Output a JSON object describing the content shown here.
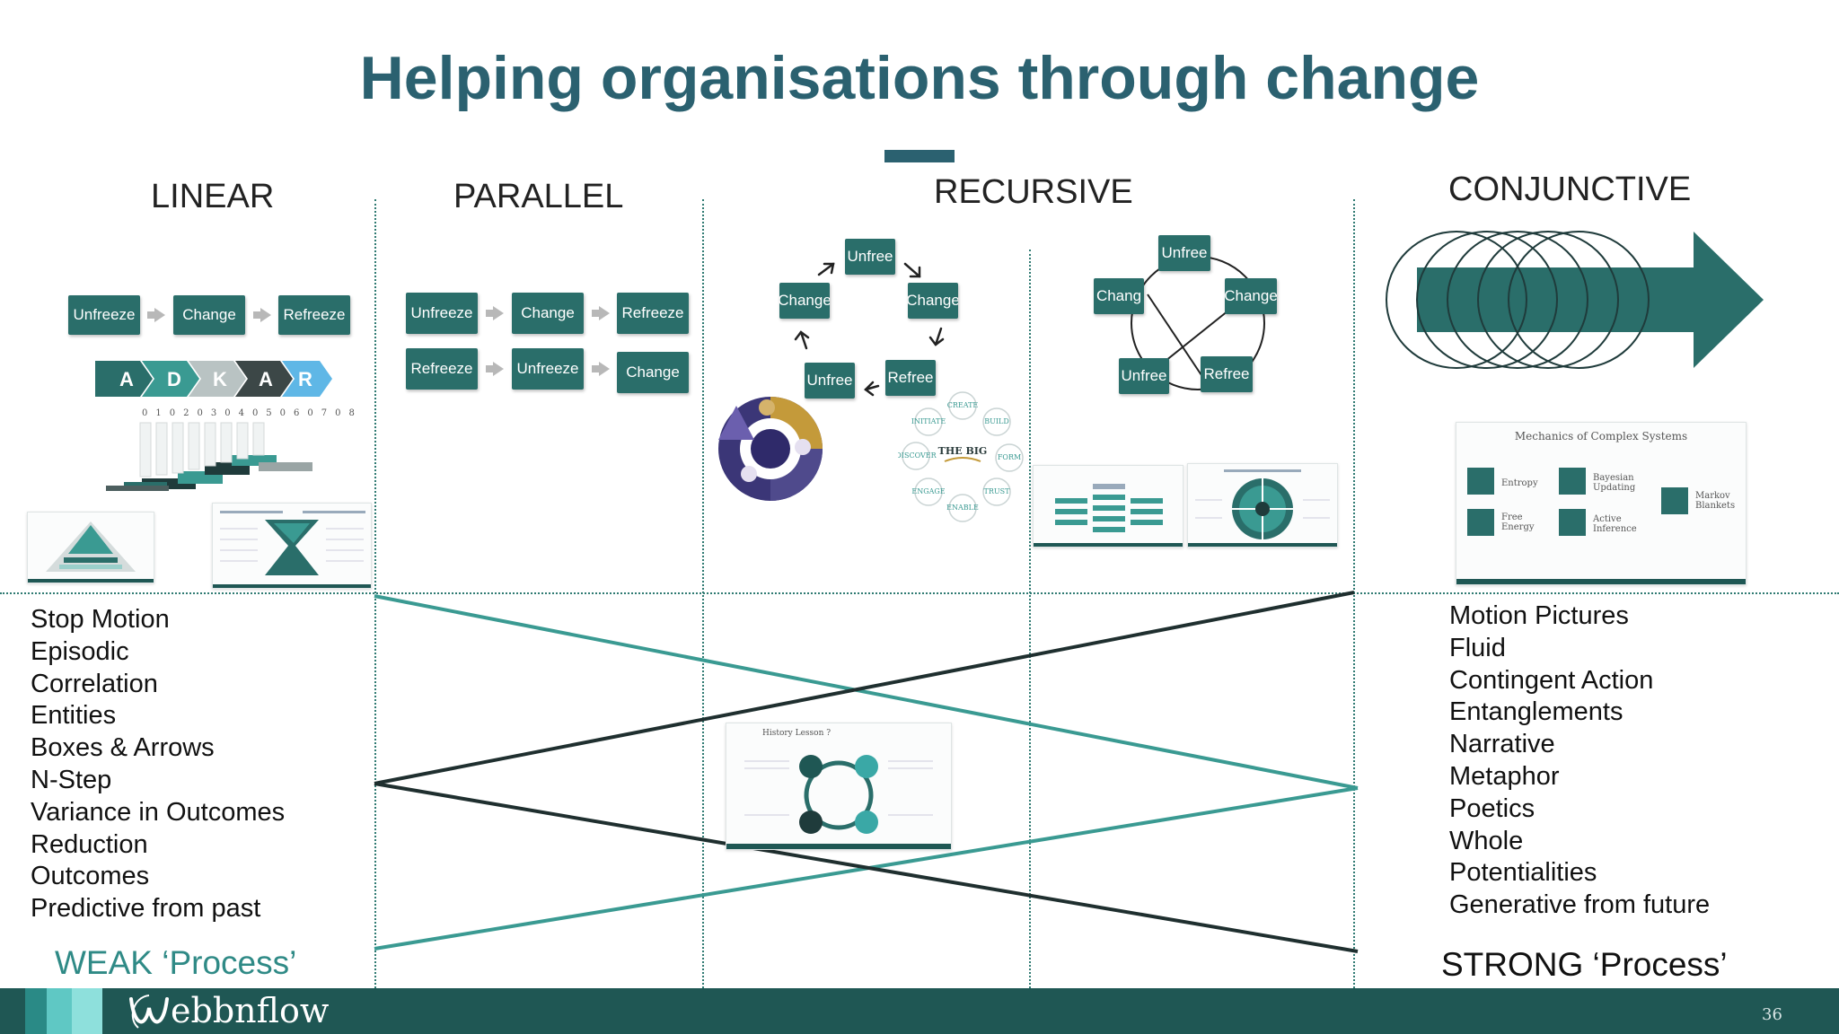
{
  "title": "Helping organisations through change",
  "columns": {
    "linear": "LINEAR",
    "parallel": "PARALLEL",
    "recursive": "RECURSIVE",
    "conjunctive": "CONJUNCTIVE"
  },
  "linear": {
    "steps": [
      "Unfreeze",
      "Change",
      "Refreeze"
    ],
    "adkar": [
      "A",
      "D",
      "K",
      "A",
      "R"
    ],
    "stair_numbers": [
      "01",
      "02",
      "03",
      "04",
      "05",
      "06",
      "07",
      "08"
    ]
  },
  "parallel": {
    "row1": [
      "Unfreeze",
      "Change",
      "Refreeze"
    ],
    "row2": [
      "Refreeze",
      "Unfreeze",
      "Change"
    ]
  },
  "recursive": {
    "cycle": [
      "Unfree",
      "Change",
      "Refree",
      "Unfree",
      "Change"
    ],
    "pentagon": [
      "Unfree",
      "Change",
      "Refree",
      "Unfree",
      "Chang"
    ],
    "cloud_words": [
      "CREATE",
      "BUILD",
      "FORM",
      "TRUST",
      "ENABLE",
      "ENGAGE",
      "DISCOVER",
      "INITIATE",
      "THE BIG"
    ],
    "history_title": "History Lesson ?"
  },
  "conjunctive": {
    "mechanics_title": "Mechanics of Complex Systems",
    "mechanics_items": [
      "Entropy",
      "Bayesian Updating",
      "Markov Blankets",
      "Free Energy",
      "Active Inference"
    ]
  },
  "weak_list": [
    "Stop Motion",
    "Episodic",
    "Correlation",
    "Entities",
    "Boxes & Arrows",
    "N-Step",
    "Variance in Outcomes",
    "Reduction",
    "Outcomes",
    "Predictive from past"
  ],
  "strong_list": [
    "Motion Pictures",
    "Fluid",
    "Contingent Action",
    "Entanglements",
    "Narrative",
    "Metaphor",
    "Poetics",
    "Whole",
    "Potentialities",
    "Generative from future"
  ],
  "weak_label": "WEAK ‘Process’",
  "strong_label": "STRONG ‘Process’",
  "brand": "ebbnflow",
  "page_number": "36",
  "colors": {
    "title": "#2b6170",
    "box": "#2a6e6a",
    "teal": "#3a9a92",
    "footer": "#1f5754",
    "weak": "#2f8a86"
  }
}
